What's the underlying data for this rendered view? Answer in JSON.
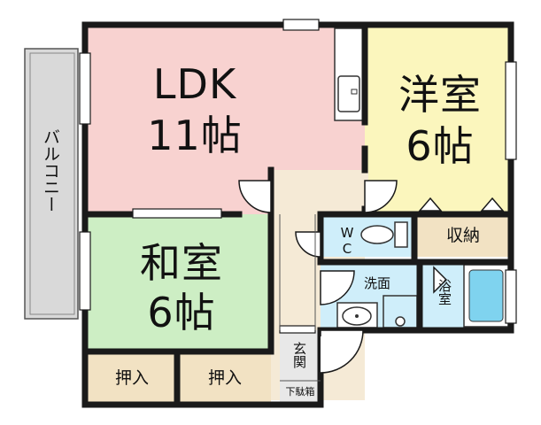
{
  "colors": {
    "wall": "#1a1a1a",
    "ldk": "#f8d2d0",
    "western": "#fbf6bd",
    "japanese": "#cdeec4",
    "wet": "#cfeefa",
    "storage": "#f2e2c3",
    "corridor": "#f5ead6",
    "balcony": "#d9d9d9"
  },
  "rooms": {
    "ldk": {
      "name": "LDK",
      "size": "11帖"
    },
    "western": {
      "name": "洋室",
      "size": "6帖"
    },
    "japanese": {
      "name": "和室",
      "size": "6帖"
    },
    "wc": {
      "name": "WC"
    },
    "closet": {
      "name": "収納"
    },
    "washroom": {
      "name": "洗面"
    },
    "bath": {
      "name": "浴室"
    },
    "oshiire_left": {
      "name": "押入"
    },
    "oshiire_right": {
      "name": "押入"
    },
    "entrance": {
      "name": "玄関"
    },
    "shoe_box": {
      "name": "下駄箱"
    }
  },
  "balcony": {
    "name": "バルコニー"
  }
}
